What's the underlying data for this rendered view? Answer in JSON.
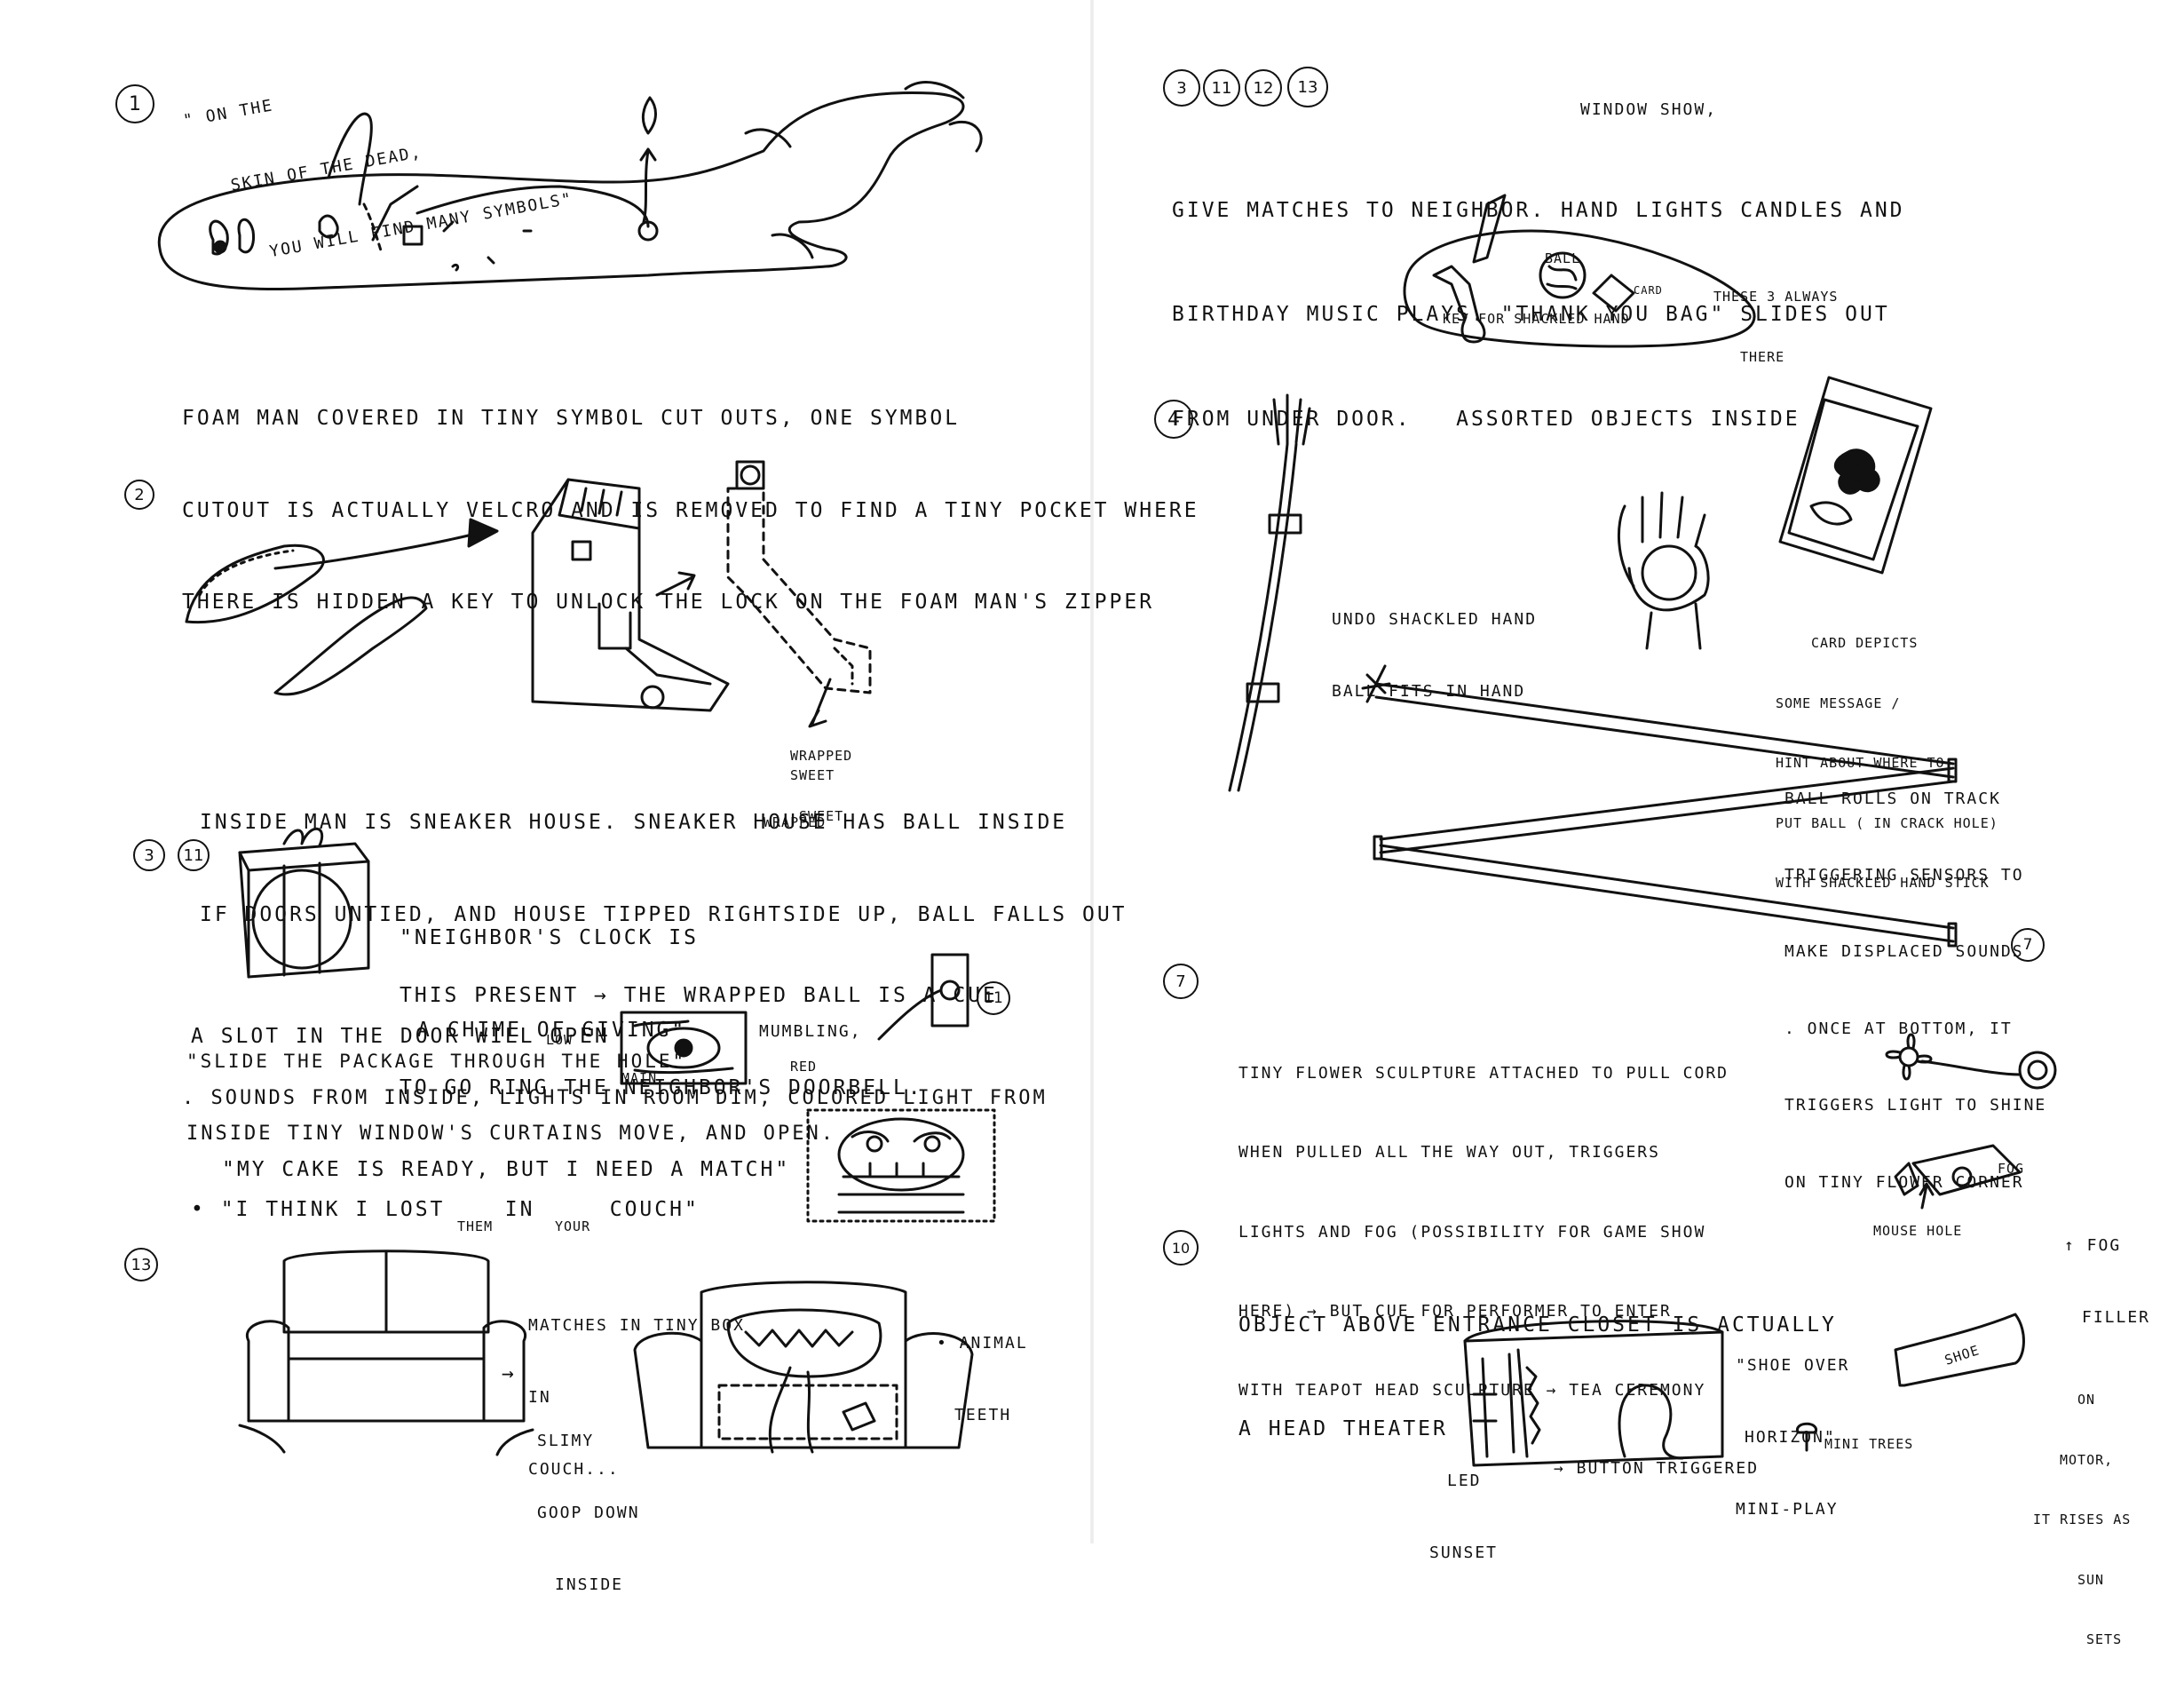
{
  "left": {
    "s1": {
      "number": "1",
      "quote": [
        "\" ON THE",
        "SKIN OF THE DEAD,",
        "YOU WILL FIND MANY SYMBOLS\""
      ],
      "desc": [
        "FOAM MAN COVERED IN TINY SYMBOL CUT OUTS, ONE SYMBOL",
        "CUTOUT IS ACTUALLY VELCRO AND IS REMOVED TO FIND A TINY POCKET WHERE",
        "THERE IS HIDDEN A KEY TO UNLOCK THE LOCK ON THE FOAM MAN'S ZIPPER"
      ]
    },
    "s2": {
      "number": "2",
      "wrapped_label": [
        "WRAPPED",
        "SWEET"
      ],
      "desc": [
        "INSIDE MAN IS SNEAKER HOUSE. SNEAKER HOUSE HAS BALL INSIDE",
        "IF DOORS UNTIED, AND HOUSE TIPPED RIGHTSIDE UP, BALL FALLS OUT"
      ],
      "insert_sweet": "SWEET",
      "insert_wrapped": "WRAPPED"
    },
    "s3": {
      "numbers": [
        "3",
        "11"
      ],
      "quote": [
        "\"NEIGHBOR'S CLOCK IS",
        "A CHIME OF GIVING\""
      ],
      "lines": [
        "THIS PRESENT → THE WRAPPED BALL IS A CUE",
        "TO GO RING THE NEIGHBOR'S DOORBELL."
      ],
      "doorbell_number": "11",
      "slot_line": "A SLOT IN THE DOOR WILL OPEN",
      "mumbling": "MUMBLING,",
      "slide_line": "\"SLIDE THE PACKAGE THROUGH THE HOLE\"",
      "low": "LOW",
      "sounds_line": ". SOUNDS FROM INSIDE, LIGHTS IN ROOM DIM, COLORED LIGHT FROM",
      "main": "MAIN",
      "red": "RED",
      "window_line": "INSIDE TINY WINDOW'S CURTAINS MOVE, AND OPEN.",
      "cake_line": "\"MY CAKE IS READY, BUT I NEED A MATCH\"",
      "lost_line": "• \"I THINK I LOST    IN     COUCH\"",
      "them": "THEM",
      "your": "YOUR"
    },
    "s13": {
      "number": "13",
      "matches": [
        "MATCHES IN TINY BOX",
        "IN",
        "COUCH..."
      ],
      "animal": [
        "• ANIMAL",
        "TEETH"
      ],
      "slimy": [
        "SLIMY",
        "GOOP DOWN",
        "INSIDE"
      ]
    }
  },
  "right": {
    "s3": {
      "numbers": [
        "3",
        "11",
        "12",
        "13"
      ],
      "window_show": "WINDOW SHOW,",
      "lines": [
        "GIVE MATCHES TO NEIGHBOR. HAND LIGHTS CANDLES AND",
        "BIRTHDAY MUSIC PLAYS. \"THANK YOU BAG\" SLIDES OUT",
        "FROM UNDER DOOR.   ASSORTED OBJECTS INSIDE"
      ],
      "ball": "BALL",
      "card": "CARD",
      "key_label": "KEY FOR SHACKLED HAND",
      "these": [
        "THESE 3 ALWAYS",
        "THERE"
      ]
    },
    "s4": {
      "number": "4",
      "undo": [
        "UNDO SHACKLED HAND",
        "BALL FITS IN HAND"
      ],
      "card_text": [
        "CARD DEPICTS",
        "SOME MESSAGE /",
        "HINT ABOUT WHERE TO",
        "PUT BALL ( IN CRACK HOLE)",
        "WITH SHACKLED HAND STICK"
      ],
      "rolls": [
        "BALL ROLLS ON TRACK",
        "TRIGGERING SENSORS TO",
        "MAKE DISPLACED SOUNDS",
        ". ONCE AT BOTTOM, IT",
        "TRIGGERS LIGHT TO SHINE",
        "ON TINY FLOWER CORNER"
      ],
      "ref": "7"
    },
    "s7": {
      "number": "7",
      "lines": [
        "TINY FLOWER SCULPTURE ATTACHED TO PULL CORD",
        "WHEN PULLED ALL THE WAY OUT, TRIGGERS",
        "LIGHTS AND FOG (POSSIBILITY FOR GAME SHOW",
        "HERE) → BUT CUE FOR PERFORMER TO ENTER",
        "WITH TEAPOT HEAD SCULPTURE → TEA CEREMONY"
      ],
      "fog": "FOG",
      "fog_filler": [
        "↑ FOG",
        "FILLER"
      ],
      "mouse_hole": [
        "MOUSE HOLE"
      ]
    },
    "s10": {
      "number": "10",
      "lines": [
        "OBJECT ABOVE ENTRANCE CLOSET IS ACTUALLY",
        "A HEAD THEATER"
      ],
      "shoe_quote": [
        "\"SHOE OVER",
        "HORIZON\"",
        "MINI-PLAY"
      ],
      "shoe": "SHOE",
      "on_motor": [
        "ON",
        "MOTOR,",
        "IT RISES AS",
        "SUN",
        "SETS"
      ],
      "mini_trees": "MINI TREES",
      "led": [
        "LED",
        "SUNSET"
      ],
      "button": "→ BUTTON TRIGGERED"
    }
  }
}
